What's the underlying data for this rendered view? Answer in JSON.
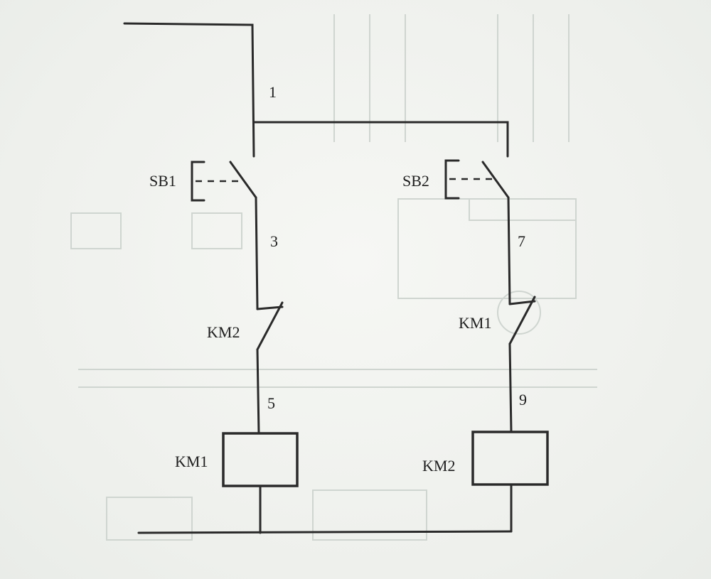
{
  "diagram": {
    "wire_labels": {
      "n1": "1",
      "n3": "3",
      "n5": "5",
      "n7": "7",
      "n9": "9"
    },
    "components": {
      "sb1": "SB1",
      "sb2": "SB2",
      "km2_contact": "KM2",
      "km1_contact": "KM1",
      "km1_coil": "KM1",
      "km2_coil": "KM2"
    },
    "colors": {
      "line": "#2a2a2a",
      "background": "#f2f3f0",
      "bleed_through": "#cfd5d0"
    }
  }
}
